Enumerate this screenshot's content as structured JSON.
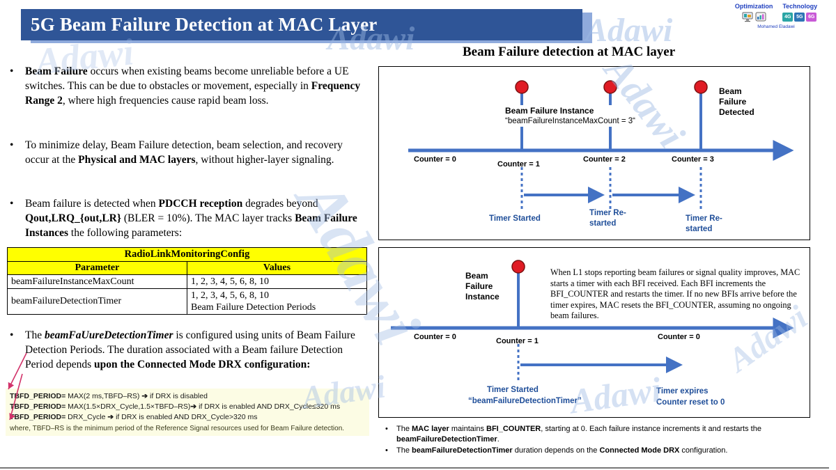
{
  "slide": {
    "title": "5G Beam Failure Detection at MAC Layer",
    "watermark": "Adawi",
    "bullet_glyph": "•"
  },
  "branding": {
    "optimization_label": "Optimization",
    "technology_label": "Technology",
    "author": "Mohamed Eladawi",
    "gen_badges": [
      "4G",
      "5G",
      "6G"
    ],
    "badge_colors": [
      "#2ba5a5",
      "#2e75b6",
      "#c85ad6"
    ]
  },
  "left": {
    "bullets": [
      {
        "segments": [
          {
            "t": "Beam Failure",
            "s": "b"
          },
          {
            "t": " occurs when existing beams become unreliable before a UE switches. This can be due to obstacles or movement, especially in "
          },
          {
            "t": "Frequency Range 2",
            "s": "b"
          },
          {
            "t": ", where high frequencies cause rapid beam loss."
          }
        ]
      },
      {
        "segments": [
          {
            "t": "To minimize delay, Beam Failure detection, beam selection, and recovery occur at the "
          },
          {
            "t": "Physical and MAC layers",
            "s": "b"
          },
          {
            "t": ", without higher-layer signaling."
          }
        ]
      },
      {
        "segments": [
          {
            "t": "Beam failure is detected when "
          },
          {
            "t": "PDCCH reception",
            "s": "b"
          },
          {
            "t": " degrades beyond "
          },
          {
            "t": "Qout,LRQ_{out,LR}",
            "s": "b"
          },
          {
            "t": " (BLER = 10%). The MAC layer tracks "
          },
          {
            "t": "Beam Failure Instances",
            "s": "b"
          },
          {
            "t": " the following parameters:"
          }
        ]
      },
      {
        "segments": [
          {
            "t": "The "
          },
          {
            "t": "beamFaUureDetectionTimer",
            "s": "bi"
          },
          {
            "t": " is configured using units of Beam Failure Detection Periods. The duration associated with a Beam failure Detection Period depends "
          },
          {
            "t": "upon the Connected Mode DRX configuration:",
            "s": "b"
          }
        ]
      }
    ],
    "table": {
      "title": "RadioLinkMonitoringConfig",
      "headers": [
        "Parameter",
        "Values"
      ],
      "rows": [
        {
          "param": "beamFailureInstanceMaxCount",
          "values": [
            "1, 2, 3, 4, 5, 6, 8, 10",
            ""
          ]
        },
        {
          "param": "beamFailureDetectionTimer",
          "values": [
            "1, 2, 3, 4, 5, 6, 8, 10",
            "Beam Failure Detection Periods"
          ]
        }
      ]
    },
    "formulas": [
      {
        "segments": [
          {
            "t": "TBFD_PERIOD=",
            "s": "b"
          },
          {
            "t": " MAX(2 ms,TBFD–RS) "
          },
          {
            "t": "➔",
            "s": "b"
          },
          {
            "t": " if DRX is disabled"
          }
        ]
      },
      {
        "segments": [
          {
            "t": "TBFD_PERIOD=",
            "s": "b"
          },
          {
            "t": " MAX(1.5×DRX_Cycle,1.5×TBFD–RS)"
          },
          {
            "t": "➔",
            "s": "b"
          },
          {
            "t": " if DRX is enabled AND DRX_Cycle≤320 ms"
          }
        ]
      },
      {
        "segments": [
          {
            "t": "TBFD_PERIOD=",
            "s": "b"
          },
          {
            "t": " DRX_Cycle "
          },
          {
            "t": "➔",
            "s": "b"
          },
          {
            "t": " if DRX is enabled AND DRX_Cycle>320 ms"
          }
        ]
      },
      {
        "segments": [
          {
            "t": "where, TBFD–RS is the minimum period of the Reference Signal resources used for Beam Failure detection."
          }
        ]
      }
    ]
  },
  "right": {
    "title": "Beam Failure detection at MAC layer",
    "diagram1": {
      "instance_label": "Beam  Failure Instance",
      "instance_sub": "“beamFailureInstanceMaxCount = 3“",
      "detected_label": "Beam Failure Detected",
      "counters": [
        "Counter = 0",
        "Counter = 1",
        "Counter = 2",
        "Counter = 3"
      ],
      "timer_labels": [
        "Timer Started",
        "Timer Re-started",
        "Timer Re-started"
      ]
    },
    "diagram2": {
      "instance_label": "Beam Failure Instance",
      "note": "When L1 stops reporting beam failures or signal quality improves, MAC starts a timer with each BFI received. Each BFI increments the BFI_COUNTER and restarts the timer. If no new BFIs arrive before the timer expires, MAC resets the BFI_COUNTER, assuming no ongoing beam failures.",
      "counters": [
        "Counter = 0",
        "Counter = 1",
        "Counter = 0"
      ],
      "timer_started": "Timer Started",
      "timer_started_sub": "“beamFailureDetectionTimer”",
      "timer_expires": "Timer expires",
      "timer_expires_sub": "Counter reset to 0"
    },
    "footnotes": [
      {
        "segments": [
          {
            "t": "The "
          },
          {
            "t": "MAC layer",
            "s": "b"
          },
          {
            "t": " maintains "
          },
          {
            "t": "BFI_COUNTER",
            "s": "b"
          },
          {
            "t": ", starting at 0. Each failure instance increments it and restarts the "
          },
          {
            "t": "beamFailureDetectionTimer",
            "s": "b"
          },
          {
            "t": "."
          }
        ]
      },
      {
        "segments": [
          {
            "t": "The "
          },
          {
            "t": "beamFailureDetectionTimer",
            "s": "b"
          },
          {
            "t": " duration depends on the "
          },
          {
            "t": "Connected Mode DRX",
            "s": "b"
          },
          {
            "t": " configuration."
          }
        ]
      }
    ]
  }
}
